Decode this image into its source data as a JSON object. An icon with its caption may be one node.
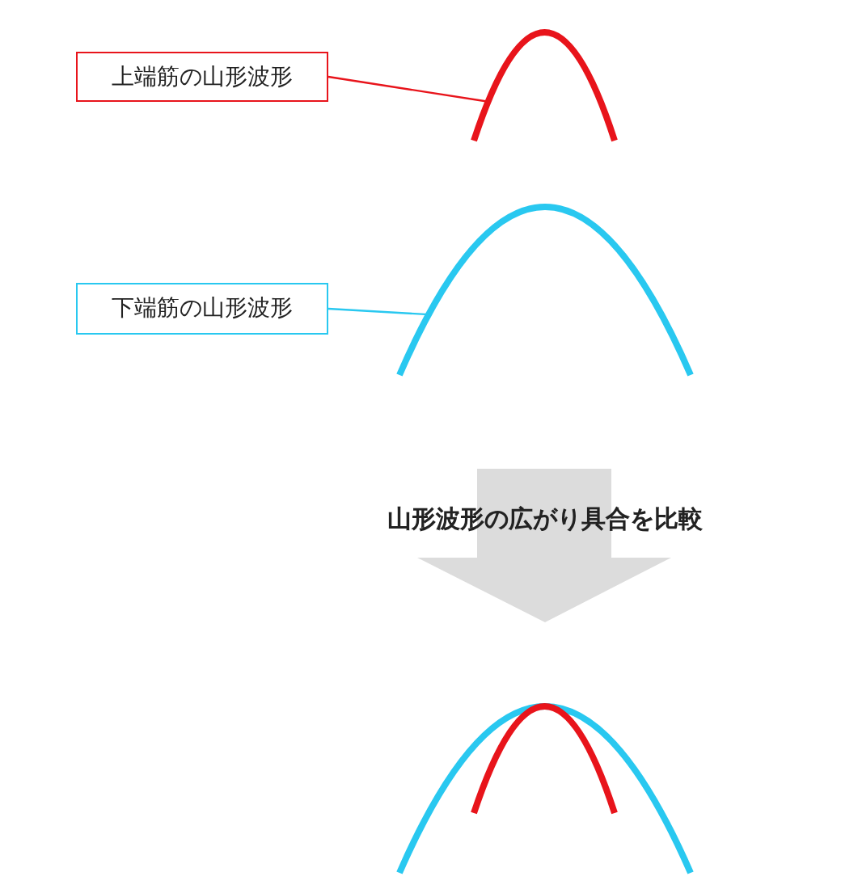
{
  "diagram": {
    "nodes": [
      {
        "text": [
          "上端筋の山形波形"
        ]
      },
      {
        "text": [],
        "shape": "curve"
      },
      {
        "text": [
          "下端筋の山形波形"
        ]
      },
      {
        "text": [],
        "shape": "curve"
      }
    ],
    "edges": [
      {
        "from": 0,
        "to": 1,
        "arrow": "none",
        "color": "#e8141b"
      },
      {
        "from": 2,
        "to": 3,
        "arrow": "none",
        "color": "#29c8f0"
      }
    ],
    "labels": [
      "山形波形の広がり具合を比較"
    ]
  }
}
